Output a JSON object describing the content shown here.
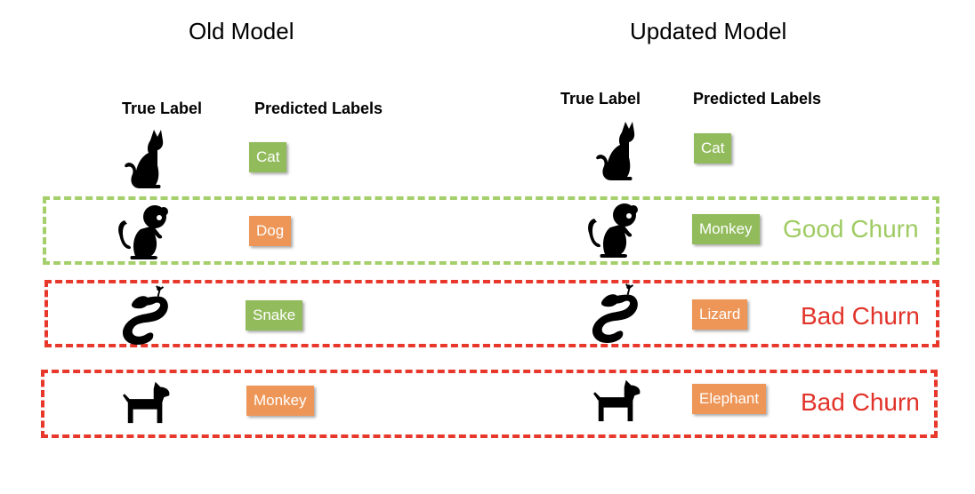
{
  "old_model": {
    "title": "Old Model",
    "true_label_header": "True Label",
    "predicted_header": "Predicted Labels",
    "rows": [
      {
        "animal": "cat-icon",
        "prediction": "Cat"
      },
      {
        "animal": "monkey-icon",
        "prediction": "Dog"
      },
      {
        "animal": "snake-icon",
        "prediction": "Snake"
      },
      {
        "animal": "dog-icon",
        "prediction": "Monkey"
      }
    ]
  },
  "updated_model": {
    "title": "Updated Model",
    "true_label_header": "True Label",
    "predicted_header": "Predicted Labels",
    "rows": [
      {
        "animal": "cat-icon",
        "prediction": "Cat"
      },
      {
        "animal": "monkey-icon",
        "prediction": "Monkey"
      },
      {
        "animal": "snake-icon",
        "prediction": "Lizard"
      },
      {
        "animal": "dog-icon",
        "prediction": "Elephant"
      }
    ]
  },
  "churn": {
    "good_label": "Good Churn",
    "bad_label_1": "Bad Churn",
    "bad_label_2": "Bad Churn"
  },
  "colors": {
    "correct_tag": "#92bb5c",
    "wrong_tag": "#ee9658",
    "good_churn": "#a4cf6a",
    "bad_churn": "#e8382c"
  }
}
